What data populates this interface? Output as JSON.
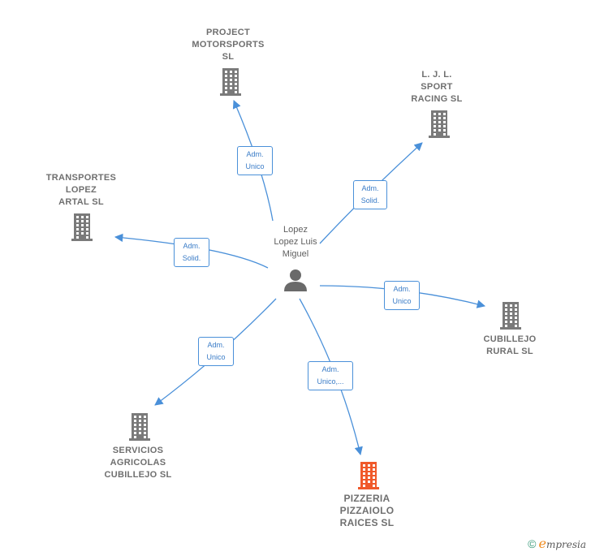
{
  "center": {
    "name_lines": [
      "Lopez",
      "Lopez Luis",
      "Miguel"
    ],
    "icon": "person-icon"
  },
  "companies": [
    {
      "id": "project-motorsports",
      "name_lines": [
        "PROJECT",
        "MOTORSPORTS",
        "SL"
      ],
      "icon": "building-icon",
      "color": "#7a7a7a"
    },
    {
      "id": "ljl-sport-racing",
      "name_lines": [
        "L. J. L.",
        "SPORT",
        "RACING SL"
      ],
      "icon": "building-icon",
      "color": "#7a7a7a"
    },
    {
      "id": "transportes-lopez-artal",
      "name_lines": [
        "TRANSPORTES",
        "LOPEZ",
        "ARTAL SL"
      ],
      "icon": "building-icon",
      "color": "#7a7a7a"
    },
    {
      "id": "cubillejo-rural",
      "name_lines": [
        "CUBILLEJO",
        "RURAL SL"
      ],
      "icon": "building-icon",
      "color": "#7a7a7a"
    },
    {
      "id": "servicios-agricolas",
      "name_lines": [
        "SERVICIOS",
        "AGRICOLAS",
        "CUBILLEJO SL"
      ],
      "icon": "building-icon",
      "color": "#7a7a7a"
    },
    {
      "id": "pizzeria-pizzaiolo",
      "name_lines": [
        "PIZZERIA",
        "PIZZAIOLO",
        "RAICES SL"
      ],
      "icon": "building-icon",
      "color": "#f0592a",
      "highlighted": true
    }
  ],
  "relations": [
    {
      "to": "project-motorsports",
      "label_lines": [
        "Adm.",
        "Unico"
      ]
    },
    {
      "to": "ljl-sport-racing",
      "label_lines": [
        "Adm.",
        "Solid."
      ]
    },
    {
      "to": "transportes-lopez-artal",
      "label_lines": [
        "Adm.",
        "Solid."
      ]
    },
    {
      "to": "cubillejo-rural",
      "label_lines": [
        "Adm.",
        "Unico"
      ]
    },
    {
      "to": "servicios-agricolas",
      "label_lines": [
        "Adm.",
        "Unico"
      ]
    },
    {
      "to": "pizzeria-pizzaiolo",
      "label_lines": [
        "Adm.",
        "Unico,..."
      ]
    }
  ],
  "colors": {
    "edge": "#4a90d9",
    "building": "#7a7a7a",
    "highlight": "#f0592a",
    "person": "#6a6a6a"
  },
  "footer": {
    "copyright_symbol": "©",
    "brand_initial": "e",
    "brand_rest": "mpresia"
  }
}
